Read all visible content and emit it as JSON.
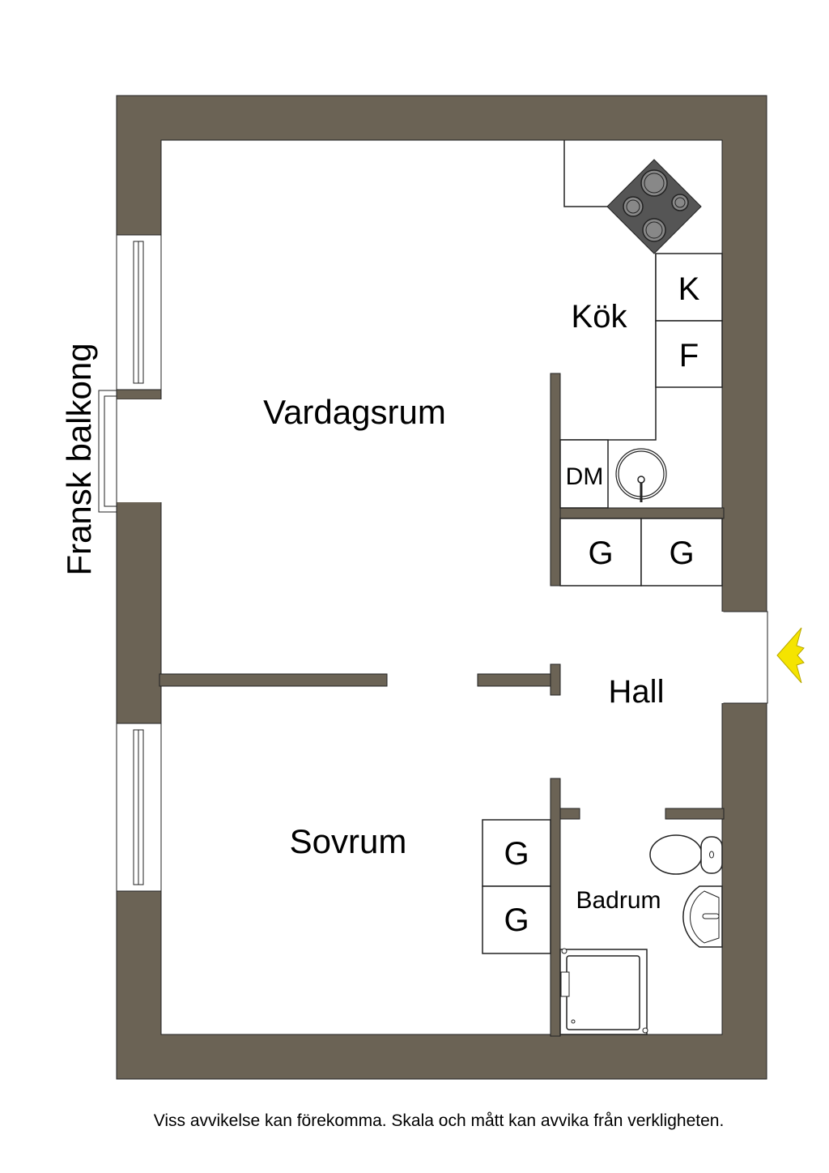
{
  "rooms": {
    "living": "Vardagsrum",
    "kitchen": "Kök",
    "hall": "Hall",
    "bedroom": "Sovrum",
    "bathroom": "Badrum"
  },
  "fixtures": {
    "fridge": "K",
    "freezer": "F",
    "dishwasher": "DM",
    "wardrobe_kitchen_1": "G",
    "wardrobe_kitchen_2": "G",
    "wardrobe_bedroom_1": "G",
    "wardrobe_bedroom_2": "G"
  },
  "balcony_label": "Fransk balkong",
  "footer_note": "Viss avvikelse kan förekomma. Skala och mått kan avvika från verkligheten.",
  "colors": {
    "wall": "#6b6355",
    "stove": "#555555",
    "entrance_arrow": "#f5e400"
  },
  "icons": {
    "entrance": "entrance-arrow-icon"
  }
}
